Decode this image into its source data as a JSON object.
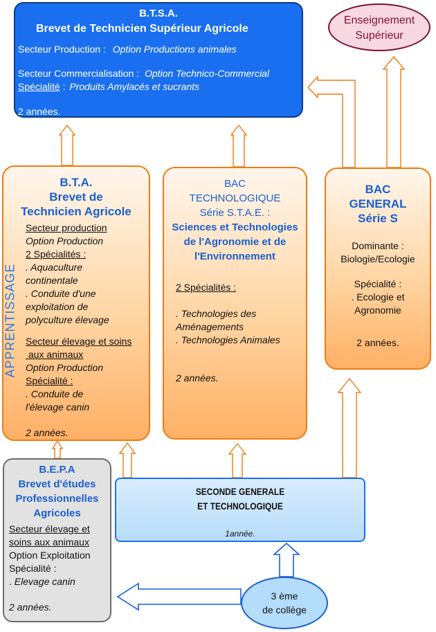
{
  "btsa": {
    "acronym": "B.T.S.A.",
    "title": "Brevet de Technicien Supérieur Agricole",
    "line1_label": "Secteur Production :",
    "line1_option": "Option Productions animales",
    "line2_label": "Secteur Commercialisation :",
    "line2_option": "Option Technico-Commercial",
    "line3_label": "Spécialité",
    "line3_sep": " :",
    "line3_value": "Produits Amylacés et sucrants",
    "duration": "2 années."
  },
  "enseignement": {
    "line1": "Enseignement",
    "line2": "Supérieur"
  },
  "bta": {
    "title1": "B.T.A.",
    "title2": "Brevet de",
    "title3": "Technicien Agricole",
    "s1_header": "Secteur production",
    "s1_option": "Option Production",
    "s1_spec_header": "2 Spécialités :",
    "s1_spec1_a": ". Aquaculture",
    "s1_spec1_b": "continentale",
    "s1_spec2_a": ". Conduite d'une",
    "s1_spec2_b": "exploitation de",
    "s1_spec2_c": "polyculture élevage",
    "s2_header_a": "Secteur élevage et soins",
    "s2_header_b": " aux animaux",
    "s2_option": "Option Production",
    "s2_spec_header": "Spécialité :",
    "s2_spec_a": ". Conduite de",
    "s2_spec_b": "l'élevage canin",
    "duration": "2 années.",
    "vertical_label": "APPRENTISSAGE"
  },
  "bac_tech": {
    "t1": "BAC",
    "t2": "TECHNOLOGIQUE",
    "t3": "Série S.T.A.E. :",
    "t4": "Sciences et Technologies",
    "t5": "de l'Agronomie et de",
    "t6": "l'Environnement",
    "spec_header": "2 Spécialités :",
    "spec1_a": ". Technologies des",
    "spec1_b": "Aménagements",
    "spec2": ". Technologies Animales",
    "duration": "2 années."
  },
  "bac_gen": {
    "t1": "BAC",
    "t2": "GENERAL",
    "t3": "Série S",
    "dom_header": "Dominante :",
    "dom_value": "Biologie/Ecologie",
    "spec_header": "Spécialité :",
    "spec_a": ". Ecologie et",
    "spec_b": "Agronomie",
    "duration": "2 années."
  },
  "bepa": {
    "t1": "B.E.P.A",
    "t2": "Brevet d'études",
    "t3": "Professionnelles",
    "t4": "Agricoles",
    "s_header_a": "Secteur élevage et",
    "s_header_b": "soins aux animaux",
    "option": "Option Exploitation",
    "spec_header": "Spécialité :",
    "spec_value": "Elevage canin",
    "spec_prefix": ". ",
    "duration": "2 années."
  },
  "seconde": {
    "line1": "SECONDE GENERALE",
    "line2": "ET TECHNOLOGIQUE",
    "duration": "1année."
  },
  "college": {
    "line1": "3 ème",
    "line2": "de collège"
  },
  "colors": {
    "btsa_fill": "#1a6ff0",
    "arrow_orange": "#f07a10",
    "arrow_blue": "#1a5fd0",
    "title_blue": "#1a5fd0",
    "ens_text": "#8a1030"
  }
}
